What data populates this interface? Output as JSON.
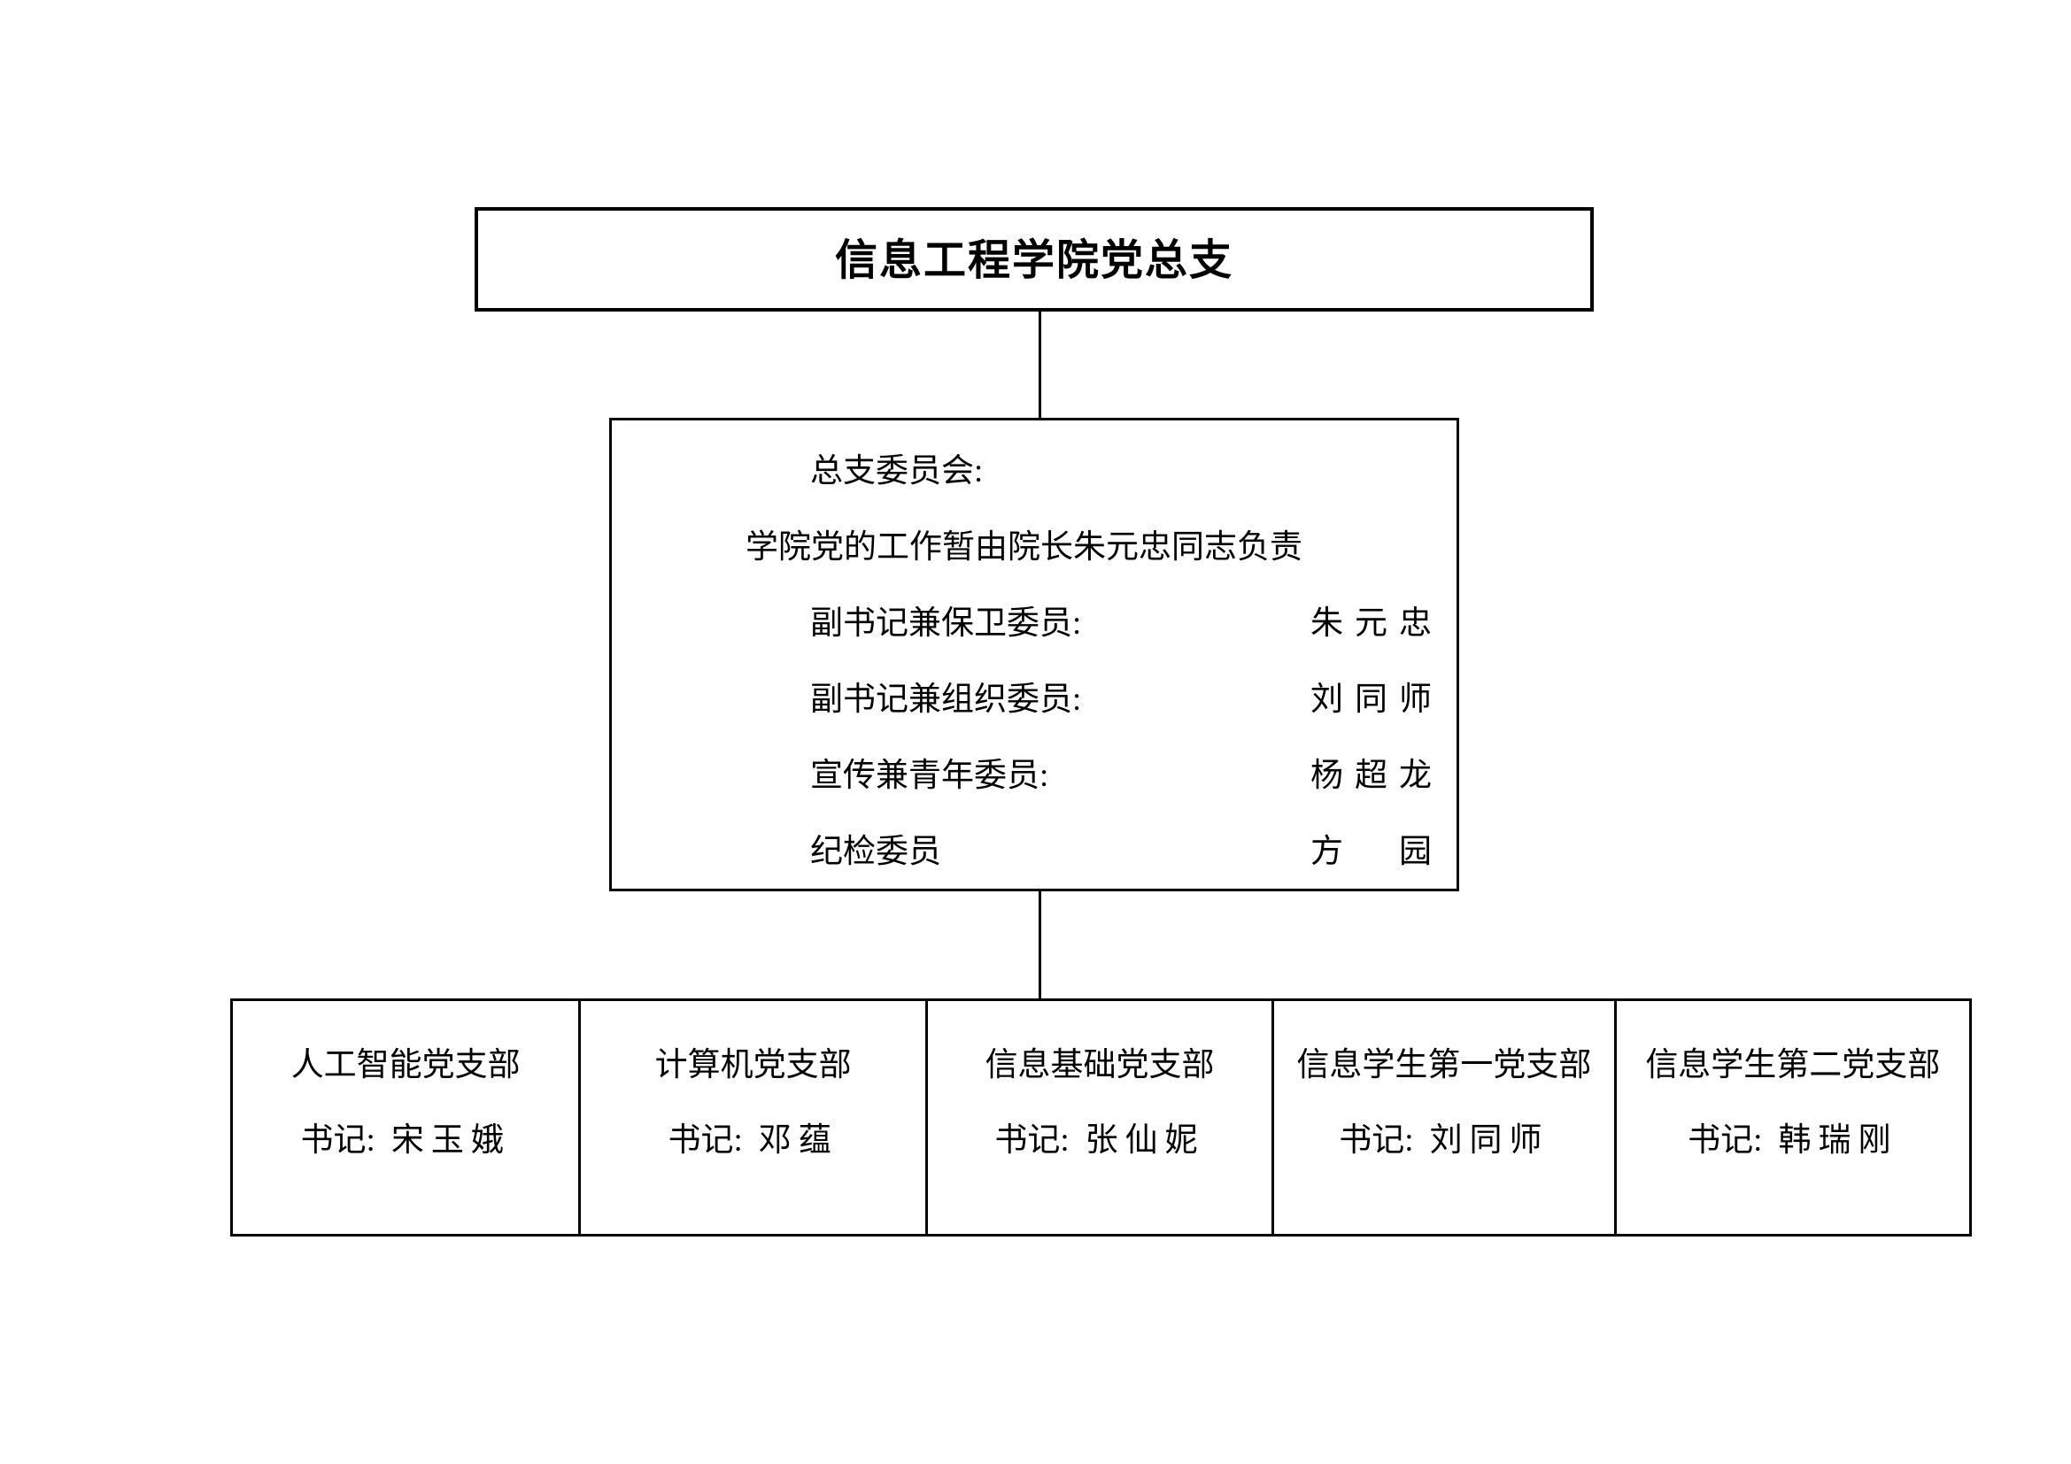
{
  "page": {
    "background_color": "#ffffff",
    "line_color": "#000000",
    "text_color": "#000000"
  },
  "chart": {
    "type": "org-chart",
    "root": {
      "title": "信息工程学院党总支"
    },
    "committee": {
      "header": "总支委员会:",
      "note": "学院党的工作暂由院长朱元忠同志负责",
      "members": [
        {
          "role": "副书记兼保卫委员:",
          "name": "朱元忠"
        },
        {
          "role": "副书记兼组织委员:",
          "name": "刘同师"
        },
        {
          "role": "宣传兼青年委员:",
          "name": "杨超龙"
        },
        {
          "role": "纪检委员",
          "name": "方　园"
        }
      ]
    },
    "branches": [
      {
        "name": "人工智能党支部",
        "secretary_label": "书记:",
        "secretary_name": "宋玉娥"
      },
      {
        "name": "计算机党支部",
        "secretary_label": "书记:",
        "secretary_name": "邓蕴"
      },
      {
        "name": "信息基础党支部",
        "secretary_label": "书记:",
        "secretary_name": "张仙妮"
      },
      {
        "name": "信息学生第一党支部",
        "secretary_label": "书记:",
        "secretary_name": "刘同师"
      },
      {
        "name": "信息学生第二党支部",
        "secretary_label": "书记:",
        "secretary_name": "韩瑞刚"
      }
    ]
  }
}
